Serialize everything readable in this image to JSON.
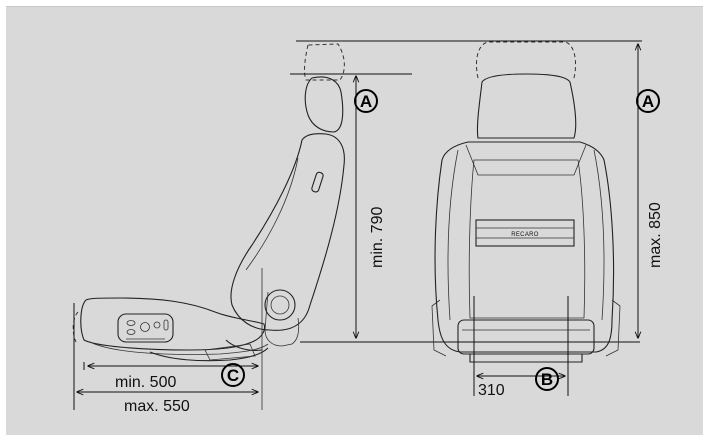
{
  "labels": {
    "min_height": "min. 790",
    "max_height": "max. 850",
    "width": "310",
    "min_depth": "min. 500",
    "max_depth": "max. 550",
    "brand": "RECARO"
  },
  "markers": {
    "a": "A",
    "b": "B",
    "c": "C"
  },
  "colors": {
    "background": "#d9d9d9",
    "line": "#222222"
  }
}
